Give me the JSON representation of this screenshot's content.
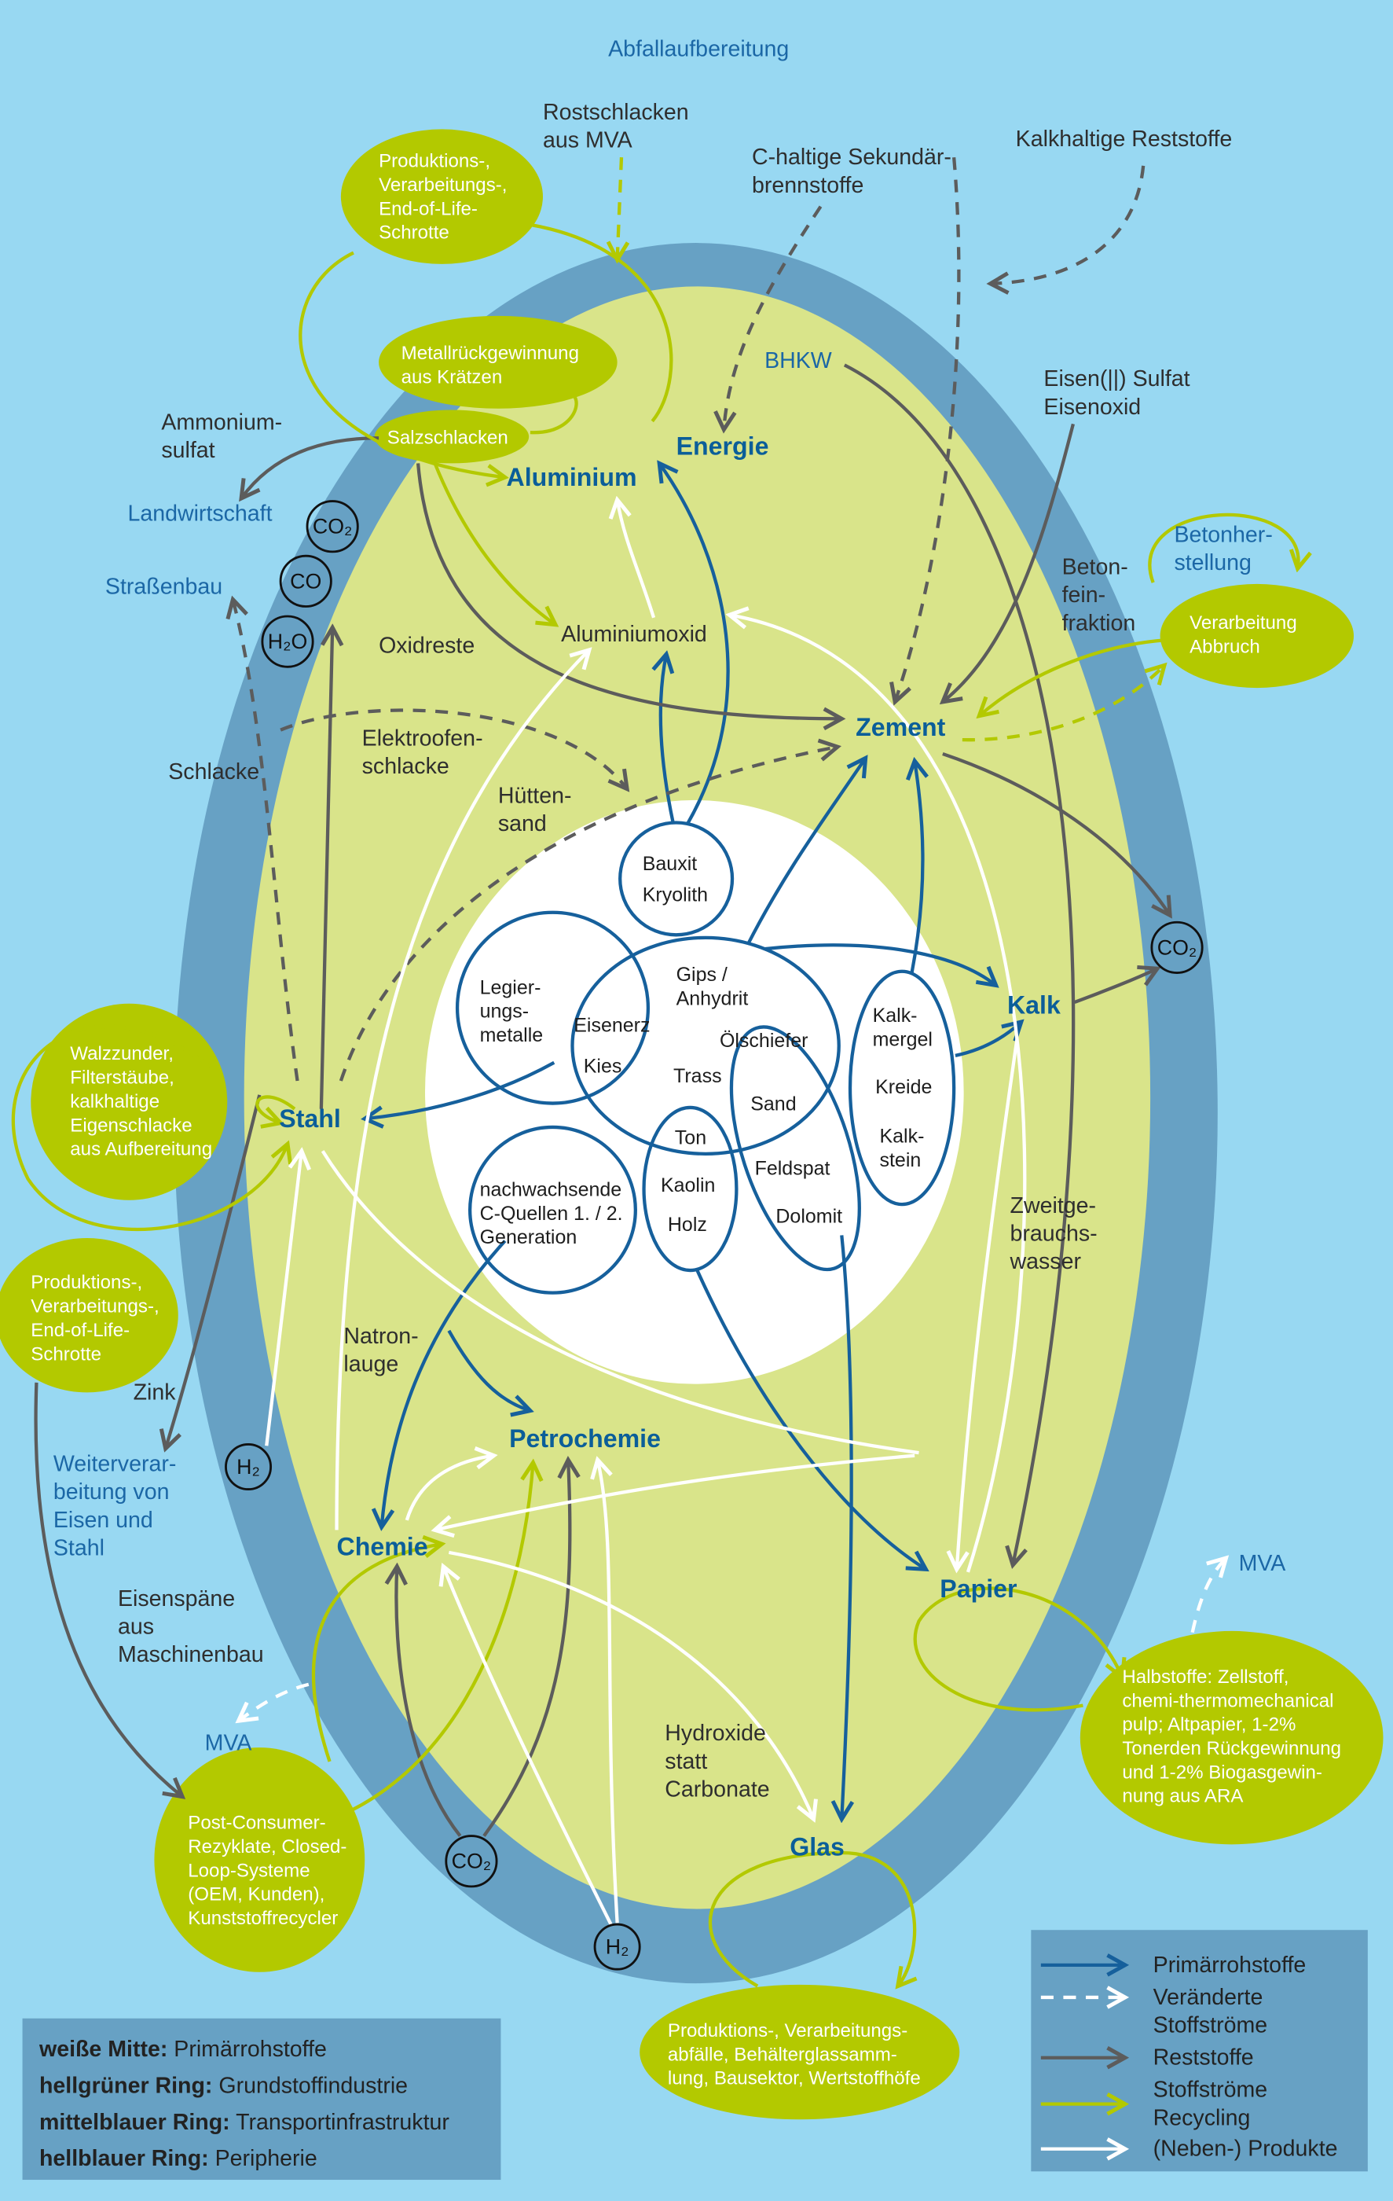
{
  "title": "Abfallaufbereitung",
  "colors": {
    "background": "#98d8f2",
    "transport_ring": "#67a1c4",
    "industry_ring": "#d9e48a",
    "center": "#ffffff",
    "recycling_node": "#b3c900",
    "primary": "#16609c",
    "residue": "#5c5c5c"
  },
  "raw_materials": {
    "bauxit": [
      "Bauxit",
      "Kryolith"
    ],
    "legierung": [
      "Legier-",
      "ungs-",
      "metalle"
    ],
    "eisenerz": [
      "Eisenerz"
    ],
    "kies": [
      "Kies"
    ],
    "gips": [
      "Gips /",
      "Anhydrit"
    ],
    "oelschiefer": [
      "Ölschiefer"
    ],
    "trass": [
      "Trass"
    ],
    "sand": [
      "Sand"
    ],
    "feldspat": [
      "Feldspat"
    ],
    "dolomit": [
      "Dolomit"
    ],
    "ton": [
      "Ton"
    ],
    "kaolin": [
      "Kaolin"
    ],
    "holz": [
      "Holz"
    ],
    "kalkmergel": [
      "Kalk-",
      "mergel"
    ],
    "kreide": [
      "Kreide"
    ],
    "kalkstein": [
      "Kalk-",
      "stein"
    ],
    "nachwachsende": [
      "nachwachsende",
      "C-Quellen 1. / 2.",
      "Generation"
    ]
  },
  "industries": {
    "aluminium": "Aluminium",
    "energie": "Energie",
    "zement": "Zement",
    "kalk": "Kalk",
    "stahl": "Stahl",
    "petrochemie": "Petrochemie",
    "chemie": "Chemie",
    "papier": "Papier",
    "glas": "Glas",
    "aluminiumoxid": "Aluminiumoxid"
  },
  "recycling_nodes": {
    "schrotte_top": [
      "Produktions-,",
      "Verarbeitungs-,",
      "End-of-Life-",
      "Schrotte"
    ],
    "metallrueck": [
      "Metallrückgewinnung",
      "aus Krätzen"
    ],
    "salzschlacken": [
      "Salzschlacken"
    ],
    "walzzunder": [
      "Walzzunder,",
      "Filterstäube,",
      "kalkhaltige",
      "Eigenschlacke",
      "aus Aufbereitung"
    ],
    "schrotte_left": [
      "Produktions-,",
      "Verarbeitungs-,",
      "End-of-Life-",
      "Schrotte"
    ],
    "verarbeitung_abbruch": [
      "Verarbeitung",
      "Abbruch"
    ],
    "halbstoffe": [
      "Halbstoffe: Zellstoff,",
      "chemi-thermomechanical",
      "pulp; Altpapier, 1-2%",
      "Tonerden Rückgewinnung",
      "und 1-2% Biogasgewin-",
      "nung aus ARA"
    ],
    "post_consumer": [
      "Post-Consumer-",
      "Rezyklate, Closed-",
      "Loop-Systeme",
      "(OEM, Kunden),",
      "Kunststoffrecycler"
    ],
    "glas_abfaelle": [
      "Produktions-, Verarbeitungs-",
      "abfälle, Behälterglassamm-",
      "lung, Bausektor, Wertstoffhöfe"
    ]
  },
  "periphery": {
    "landwirtschaft": [
      "Landwirtschaft"
    ],
    "strassenbau": [
      "Straßenbau"
    ],
    "bhkw": [
      "BHKW"
    ],
    "betonherstellung": [
      "Betonher-",
      "stellung"
    ],
    "weiterverarbeitung": [
      "Weiterverar-",
      "beitung von",
      "Eisen und",
      "Stahl"
    ],
    "mva_left": [
      "MVA"
    ],
    "mva_right": [
      "MVA"
    ]
  },
  "flow_labels": {
    "rostschlacken": [
      "Rostschlacken",
      "aus MVA"
    ],
    "c_haltige": [
      "C-haltige Sekundär-",
      "brennstoffe"
    ],
    "kalkhaltige": [
      "Kalkhaltige Reststoffe"
    ],
    "eisen_sulfat": [
      "Eisen(||) Sulfat",
      "Eisenoxid"
    ],
    "ammonium": [
      "Ammonium-",
      "sulfat"
    ],
    "oxidreste": [
      "Oxidreste"
    ],
    "elektroofen": [
      "Elektroofen-",
      "schlacke"
    ],
    "huettensand": [
      "Hütten-",
      "sand"
    ],
    "schlacke": [
      "Schlacke"
    ],
    "betonfein": [
      "Beton-",
      "fein-",
      "fraktion"
    ],
    "zweitgebrauch": [
      "Zweitge-",
      "brauchs-",
      "wasser"
    ],
    "natronlauge": [
      "Natron-",
      "lauge"
    ],
    "zink": [
      "Zink"
    ],
    "eisenspaene": [
      "Eisenspäne",
      "aus",
      "Maschinenbau"
    ],
    "hydroxide": [
      "Hydroxide",
      "statt",
      "Carbonate"
    ]
  },
  "molecules": {
    "co2": "CO₂",
    "co": "CO",
    "h2o": "H₂O",
    "h2": "H₂"
  },
  "legend_rings": [
    {
      "bold": "weiße Mitte:",
      "text": " Primärrohstoffe"
    },
    {
      "bold": "hellgrüner Ring:",
      "text": " Grundstoffindustrie"
    },
    {
      "bold": "mittelblauer Ring:",
      "text": " Transportinfrastruktur"
    },
    {
      "bold": "hellblauer Ring:",
      "text": " Peripherie"
    }
  ],
  "legend_arrows": [
    {
      "lines": [
        "Primärrohstoffe"
      ],
      "color": "#16609c",
      "style": "solid"
    },
    {
      "lines": [
        "Veränderte",
        "Stoffströme"
      ],
      "color": "#ffffff",
      "style": "dashed"
    },
    {
      "lines": [
        "Reststoffe"
      ],
      "color": "#5c5c5c",
      "style": "solid"
    },
    {
      "lines": [
        "Stoffströme",
        "Recycling"
      ],
      "color": "#b3c900",
      "style": "solid"
    },
    {
      "lines": [
        "(Neben-) Produkte"
      ],
      "color": "#ffffff",
      "style": "solid"
    }
  ]
}
